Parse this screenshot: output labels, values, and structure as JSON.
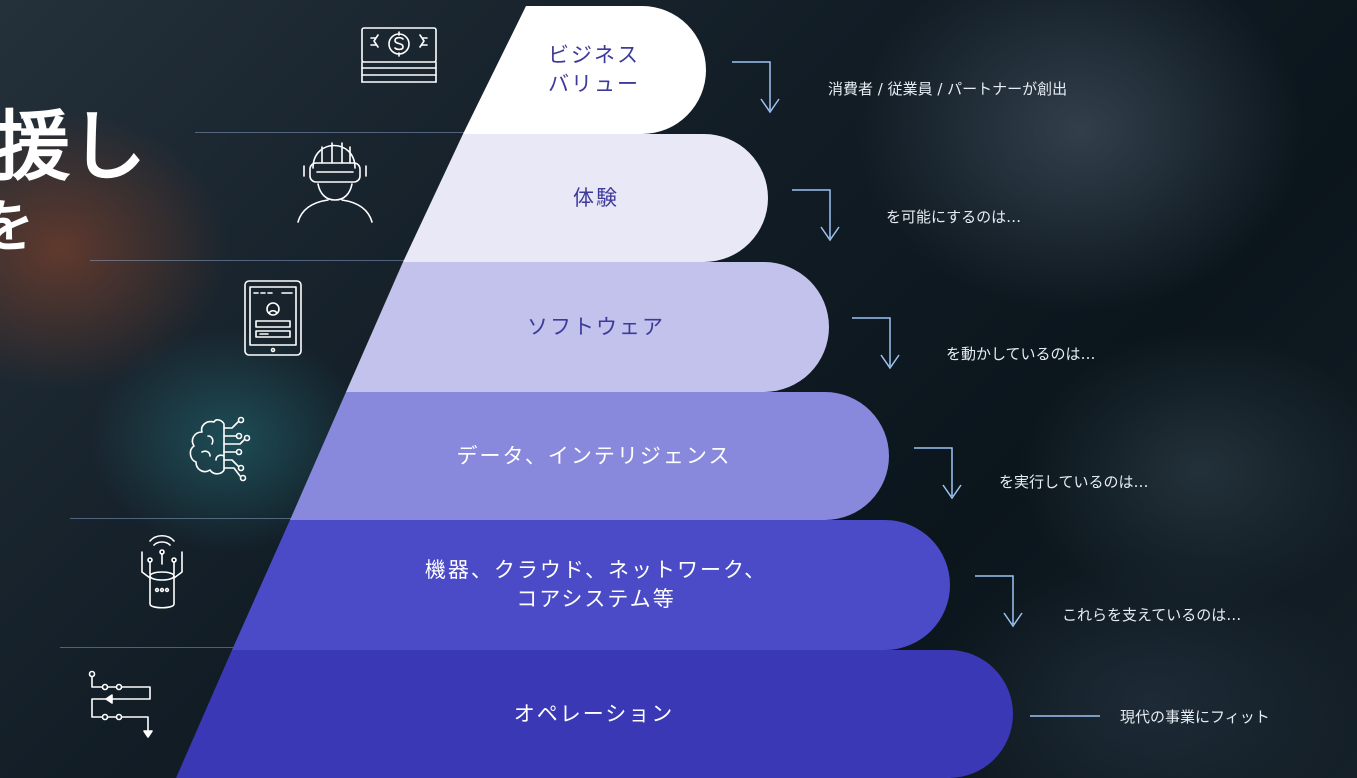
{
  "headline": {
    "line1": "援し",
    "line2": "を",
    "line3": "〉"
  },
  "tiers": [
    {
      "label": "ビジネス\nバリュー",
      "icon": "money-icon",
      "description": "消費者 / 従業員 / パートナーが創出",
      "fill": "#ffffff",
      "text_color": "#3e3a9a"
    },
    {
      "label": "体験",
      "icon": "vr-headset-person-icon",
      "description": "を可能にするのは…",
      "fill": "#e8e8f7",
      "text_color": "#3e3a9a"
    },
    {
      "label": "ソフトウェア",
      "icon": "tablet-app-icon",
      "description": "を動かしているのは…",
      "fill": "#c3c2ec",
      "text_color": "#3e3a9a"
    },
    {
      "label": "データ、インテリジェンス",
      "icon": "brain-circuit-icon",
      "description": "を実行しているのは…",
      "fill": "#8888dc",
      "text_color": "#ffffff"
    },
    {
      "label": "機器、クラウド、ネットワーク、\nコアシステム等",
      "icon": "database-network-icon",
      "description": "これらを支えているのは…",
      "fill": "#4b4bc8",
      "text_color": "#ffffff"
    },
    {
      "label": "オペレーション",
      "icon": "process-flow-icon",
      "description": "現代の事業にフィット",
      "fill": "#3a38b4",
      "text_color": "#ffffff"
    }
  ],
  "colors": {
    "arrow": "#9dc3f2",
    "divider": "#9ab4dc"
  }
}
